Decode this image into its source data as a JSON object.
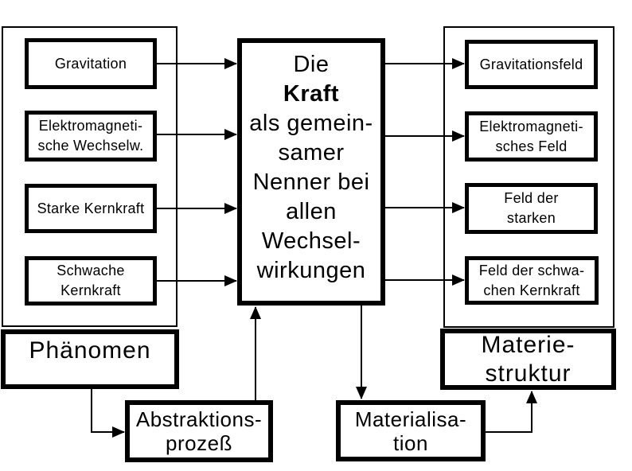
{
  "colors": {
    "background": "#ffffff",
    "line": "#000000"
  },
  "left": {
    "panel_label": "Phänomen",
    "items": [
      {
        "label": "Gravitation"
      },
      {
        "label": "Elektromagneti-\nsche Wechselw."
      },
      {
        "label": "Starke Kernkraft"
      },
      {
        "label": "Schwache\nKernkraft"
      }
    ]
  },
  "center": {
    "line1": "Die",
    "line2": "Kraft",
    "rest": "als gemein-\nsamer\nNenner bei\nallen\nWechsel-\nwirkungen"
  },
  "right": {
    "panel_label": "Materie-\nstruktur",
    "items": [
      {
        "label": "Gravitationsfeld"
      },
      {
        "label": "Elektromagneti-\nsches Feld"
      },
      {
        "label": "Feld der\nstarken"
      },
      {
        "label": "Feld der schwa-\nchen Kernkraft"
      }
    ]
  },
  "bottom": {
    "abstraction_label": "Abstraktions-\nprozeß",
    "materialisation_label": "Materialisa-\ntion"
  }
}
